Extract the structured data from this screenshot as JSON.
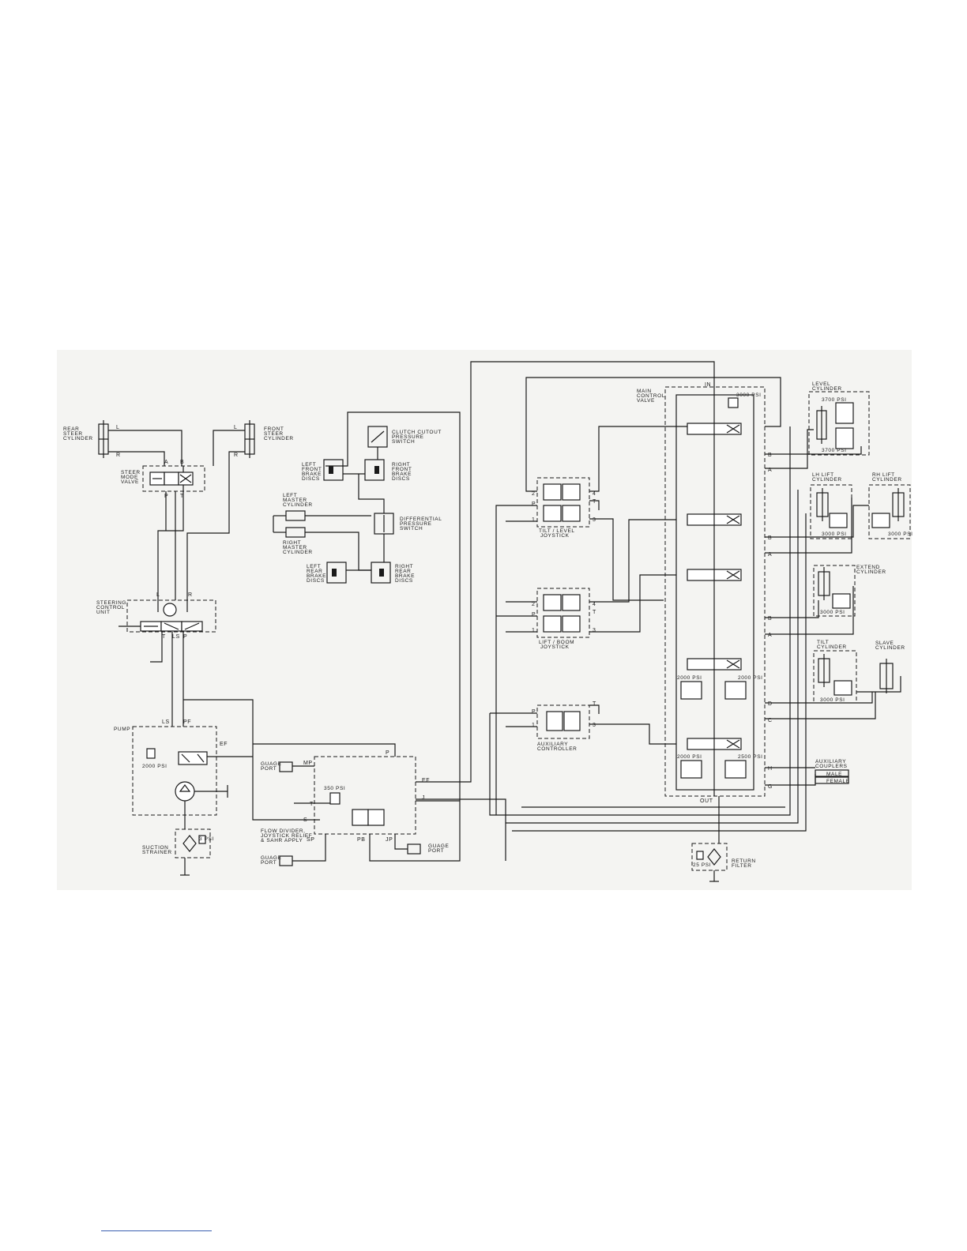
{
  "labels": {
    "rear_steer": [
      "REAR",
      "STEER",
      "CYLINDER"
    ],
    "front_steer": [
      "FRONT",
      "STEER",
      "CYLINDER"
    ],
    "steer_mode": [
      "STEER",
      "MODE",
      "VALVE"
    ],
    "steering_control": [
      "STEERING",
      "CONTROL",
      "UNIT"
    ],
    "pump": "PUMP",
    "suction_strainer": [
      "SUCTION",
      "STRAINER"
    ],
    "pump_relief": "2000 PSI",
    "strainer_bypass": "3 PSI",
    "clutch_switch": [
      "CLUTCH CUTOUT",
      "PRESSURE",
      "SWITCH"
    ],
    "left_front_brake": [
      "LEFT",
      "FRONT",
      "BRAKE",
      "DISCS"
    ],
    "right_front_brake": [
      "RIGHT",
      "FRONT",
      "BRAKE",
      "DISCS"
    ],
    "left_master": [
      "LEFT",
      "MASTER",
      "CYLINDER"
    ],
    "right_master": [
      "RIGHT",
      "MASTER",
      "CYLINDER"
    ],
    "diff_switch": [
      "DIFFERENTIAL",
      "PRESSURE",
      "SWITCH"
    ],
    "left_rear_brake": [
      "LEFT",
      "REAR",
      "BRAKE",
      "DISCS"
    ],
    "right_rear_brake": [
      "RIGHT",
      "REAR",
      "BRAKE",
      "DISCS"
    ],
    "gauge_port": [
      "GUAGE",
      "PORT"
    ],
    "flow_divider": [
      "FLOW DIVIDER,",
      "JOYSTICK RELIEF",
      "& SAHR APPLY"
    ],
    "flow_divider_relief": "350 PSI",
    "tilt_level_joystick": [
      "TILT / LEVEL",
      "JOYSTICK"
    ],
    "lift_boom_joystick": [
      "LIFT / BOOM",
      "JOYSTICK"
    ],
    "aux_controller": [
      "AUXILIARY",
      "CONTROLLER"
    ],
    "main_valve": [
      "MAIN",
      "CONTROL",
      "VALVE"
    ],
    "main_relief": "3000 PSI",
    "level_cylinder": [
      "LEVEL",
      "CYLINDER"
    ],
    "level_relief_1": "3700 PSI",
    "level_relief_2": "3700 PSI",
    "lh_lift": [
      "LH LIFT",
      "CYLINDER"
    ],
    "rh_lift": [
      "RH LIFT",
      "CYLINDER"
    ],
    "lift_relief": "3000 PSI",
    "extend_cylinder": [
      "EXTEND",
      "CYLINDER"
    ],
    "tilt_cylinder": [
      "TILT",
      "CYLINDER"
    ],
    "slave_cylinder": [
      "SLAVE",
      "CYLINDER"
    ],
    "section_relief_2000": "2000 PSI",
    "section_relief_2500": "2500 PSI",
    "aux_couplers": [
      "AUXILIARY",
      "COUPLERS"
    ],
    "male": "MALE",
    "female": "FEMALE",
    "return_filter": [
      "RETURN",
      "FILTER"
    ],
    "filter_bypass": "25 PSI"
  },
  "ports": {
    "L": "L",
    "R": "R",
    "A": "A",
    "B": "B",
    "P": "P",
    "T": "T",
    "LS": "LS",
    "PF": "PF",
    "EF": "EF",
    "MP": "MP",
    "S": "S",
    "SP": "SP",
    "PB": "PB",
    "JP": "JP",
    "J": "J",
    "IN": "IN",
    "OUT": "OUT",
    "C": "C",
    "D": "D",
    "G": "G",
    "H": "H",
    "n1": "1",
    "n2": "2",
    "n3": "3",
    "n4": "4"
  }
}
